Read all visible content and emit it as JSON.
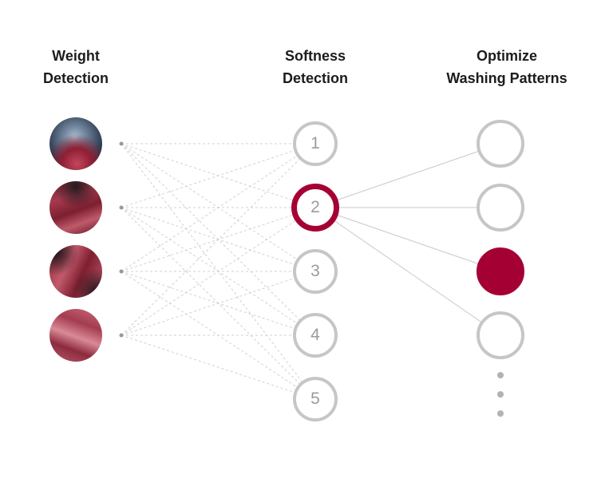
{
  "columns": {
    "weight": {
      "line1": "Weight",
      "line2": "Detection"
    },
    "softness": {
      "line1": "Softness",
      "line2": "Detection"
    },
    "optimize": {
      "line1": "Optimize",
      "line2": "Washing Patterns"
    }
  },
  "input_nodes": [
    {
      "icon": "washer-drum-with-red-fabric-photo"
    },
    {
      "icon": "red-fabric-draped-photo"
    },
    {
      "icon": "red-fabric-folds-photo"
    },
    {
      "icon": "red-fabric-crumpled-photo"
    }
  ],
  "softness_nodes": [
    {
      "label": "1",
      "highlighted": false
    },
    {
      "label": "2",
      "highlighted": true
    },
    {
      "label": "3",
      "highlighted": false
    },
    {
      "label": "4",
      "highlighted": false
    },
    {
      "label": "5",
      "highlighted": false
    }
  ],
  "output_nodes": [
    {
      "filled": false
    },
    {
      "filled": false
    },
    {
      "filled": true
    },
    {
      "filled": false
    }
  ],
  "colors": {
    "accent": "#a50034",
    "circle_gray": "#c6c6c6",
    "number_gray": "#9b9b9b",
    "line_gray": "#d0d0d0",
    "text": "#1c1c1c"
  }
}
